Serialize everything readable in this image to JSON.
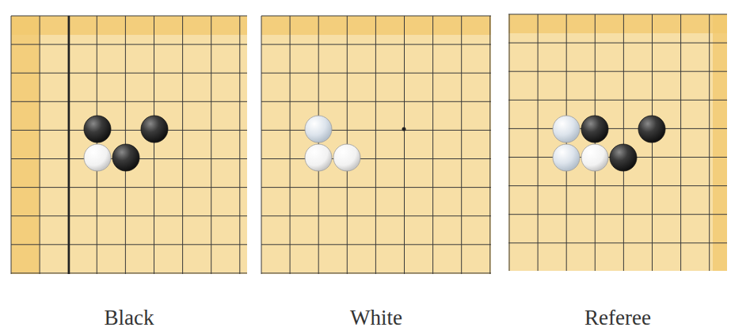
{
  "diagram": {
    "labels": [
      "Black",
      "White",
      "Referee"
    ]
  }
}
